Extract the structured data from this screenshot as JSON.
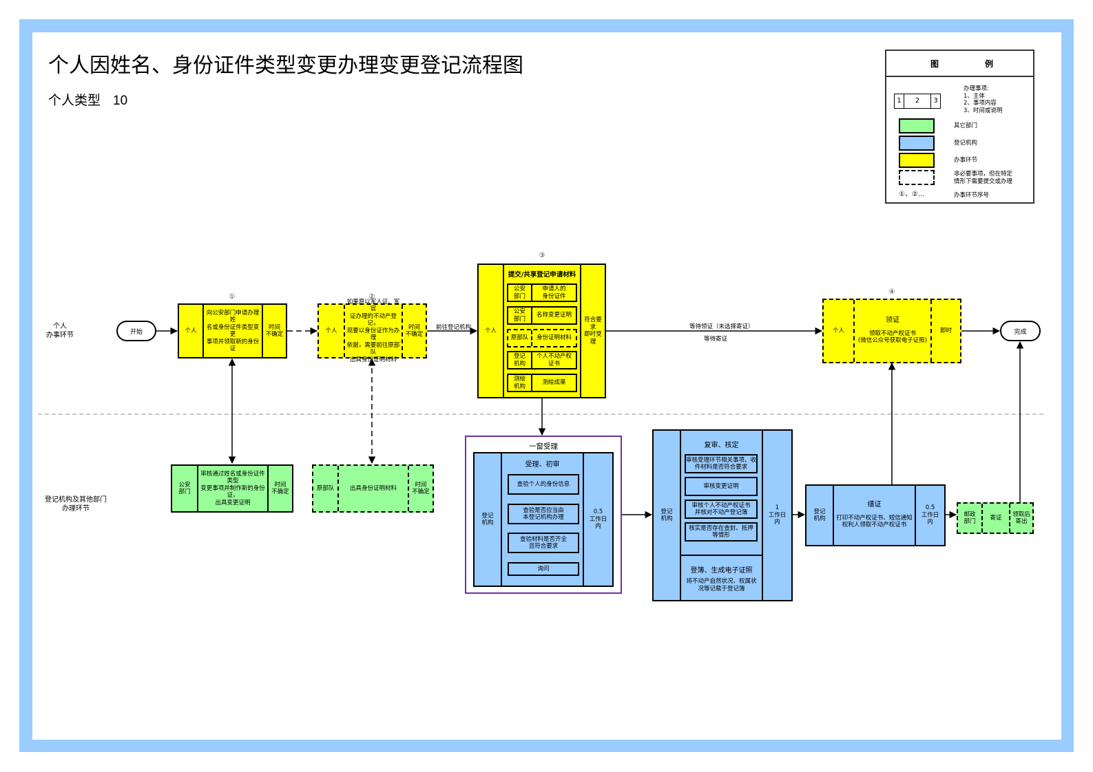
{
  "header": {
    "title": "个人因姓名、身份证件类型变更办理变更登记流程图",
    "subtitle_label": "个人类型",
    "subtitle_number": "10"
  },
  "legend": {
    "title_left": "图",
    "title_right": "例",
    "sample_cells": [
      "1",
      "2",
      "3"
    ],
    "item_explanation": [
      "办理事项:",
      "1、主体",
      "2、事项内容",
      "3、时间或说明"
    ],
    "other_dept": "其它部门",
    "registry": "登记机构",
    "personal_step": "办事环节",
    "optional": [
      "非必要事项，但在特定",
      "情形下需要提交或办理"
    ],
    "seq_symbol": "①、②...",
    "seq_label": "办事环节序号",
    "colors": {
      "other_dept": "#99ff99",
      "registry": "#99ccff",
      "personal_step": "#ffff00"
    }
  },
  "lanes": {
    "top": [
      "个人",
      "办事环节"
    ],
    "bottom": [
      "登记机构及其他部门",
      "办理环节"
    ]
  },
  "terminals": {
    "start": "开始",
    "end": "完成"
  },
  "steps": {
    "s1": {
      "num": "①",
      "actor": "个人",
      "content": [
        "向公安部门申请办理姓",
        "名或身份证件类型变更",
        "事项并领取新的身份证"
      ],
      "time": [
        "时间",
        "不确定"
      ]
    },
    "s2": {
      "num": "②",
      "actor": "个人",
      "content": [
        "如果原以军人证、军官",
        "证办理的不动产登记，",
        "现要以身份证作为办理",
        "依据，需要前往原部队",
        "出具身份证明材料"
      ],
      "time": [
        "时间",
        "不确定"
      ]
    },
    "s3": {
      "num": "③",
      "actor": "个人",
      "heading": "提交/共享登记申请材料",
      "materials": [
        {
          "source": [
            "公安",
            "部门"
          ],
          "item": [
            "申请人的",
            "身份证件"
          ],
          "optional": false
        },
        {
          "source": [
            "公安",
            "部门"
          ],
          "item": [
            "名称变更证明"
          ],
          "optional": false
        },
        {
          "source": [
            "原部队"
          ],
          "item": [
            "身份证明材料"
          ],
          "optional": true
        },
        {
          "source": [
            "登记",
            "机构"
          ],
          "item": [
            "个人不动产权",
            "证书"
          ],
          "optional": false
        },
        {
          "source": [
            "测绘",
            "机构"
          ],
          "item": [
            "测绘成果"
          ],
          "optional": false
        }
      ],
      "note": [
        "符合要求",
        "即时受理"
      ]
    },
    "s4": {
      "num": "④",
      "actor": "个人",
      "heading": "领证",
      "content": [
        "领取不动产权证书",
        "(微信公众号获取电子证照)"
      ],
      "time": "即时"
    }
  },
  "dept_steps": {
    "police": {
      "actor": [
        "公安",
        "部门"
      ],
      "content": [
        "审核通过姓名或身份证件类型",
        "变更事项并制作新的身份证，",
        "出具变更证明"
      ],
      "time": [
        "时间",
        "不确定"
      ]
    },
    "army": {
      "actor": "原部队",
      "content": "出具身份证明材料",
      "time": [
        "时间",
        "不确定"
      ]
    },
    "window": {
      "group_title": "一窗受理",
      "actor": [
        "登记",
        "机构"
      ],
      "heading": "受理、初审",
      "items": [
        [
          "查验个人的身份信息"
        ],
        [
          "查验是否应当由",
          "本登记机构办理"
        ],
        [
          "查验材料是否齐全",
          "且符合要求"
        ],
        [
          "询问"
        ]
      ],
      "time": [
        "0.5",
        "工作日",
        "内"
      ]
    },
    "review": {
      "actor": [
        "登记",
        "机构"
      ],
      "heading": "复审、核定",
      "items": [
        [
          "审核受理环节相关事项、收",
          "件材料是否符合要求"
        ],
        [
          "审核变更证明"
        ],
        [
          "审核个人不动产权证书",
          "并核对不动产登记簿"
        ],
        [
          "核实是否存在查封、抵押",
          "等情形"
        ]
      ],
      "heading2": "登簿、生成电子证照",
      "content2": [
        "将不动产自然状况、权属状",
        "况等记载于登记簿"
      ],
      "time": [
        "1",
        "工作日",
        "内"
      ]
    },
    "issue": {
      "actor": [
        "登记",
        "机构"
      ],
      "heading": "缮证",
      "content": [
        "打印不动产权证书、短信通知",
        "权利人领取不动产权证书"
      ],
      "time": [
        "0.5",
        "工作日",
        "内"
      ]
    },
    "post": {
      "actor": [
        "邮政",
        "部门"
      ],
      "content": "寄证",
      "time": [
        "领取后",
        "寄出"
      ]
    }
  },
  "edge_labels": {
    "to_registry": "前往登记机构",
    "wait_pickup": "等待领证（未选择寄证）",
    "wait_mail": "等待寄证"
  }
}
